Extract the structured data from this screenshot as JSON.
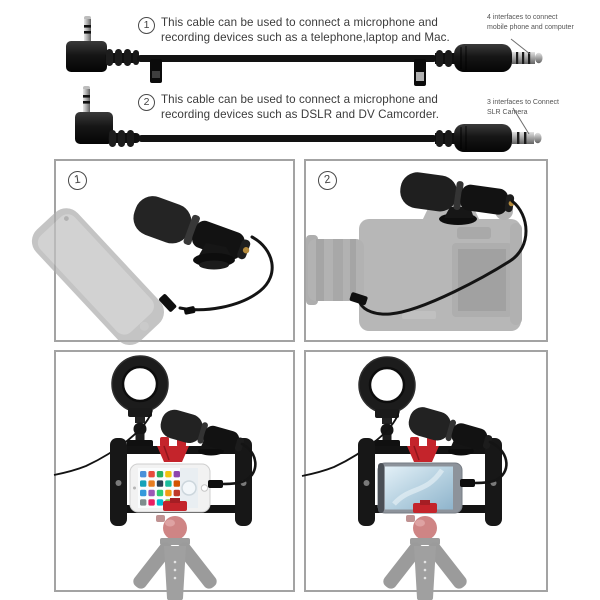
{
  "annotations": [
    {
      "number": "1",
      "lines": [
        "This cable can be used to connect a microphone and",
        "recording devices such as a telephone,laptop and Mac."
      ],
      "side_label_lines": [
        "4 interfaces to connect",
        "mobile phone and computer"
      ]
    },
    {
      "number": "2",
      "lines": [
        "This cable can be used to connect a microphone and",
        "recording devices such as DSLR and DV Camcorder."
      ],
      "side_label_lines": [
        "3 interfaces to Connect",
        "SLR Camera"
      ]
    }
  ],
  "panels": [
    {
      "number": "1",
      "image_alt": "microphone-connected-to-smartphone-photo"
    },
    {
      "number": "2",
      "image_alt": "microphone-mounted-on-dslr-camera-photo"
    },
    {
      "image_alt": "ring-light-vlogging-rig-with-iphone-photo"
    },
    {
      "image_alt": "ring-light-vlogging-rig-with-smartphone-photo"
    }
  ],
  "colors": {
    "background": "#ffffff",
    "panel_border": "#a3a3a3",
    "annotation_text": "#3b3b3b",
    "side_label_text": "#555555",
    "cable_black": "#141414",
    "rig_red": "#c4242b",
    "ghost_gray": "#a8a8a8"
  }
}
